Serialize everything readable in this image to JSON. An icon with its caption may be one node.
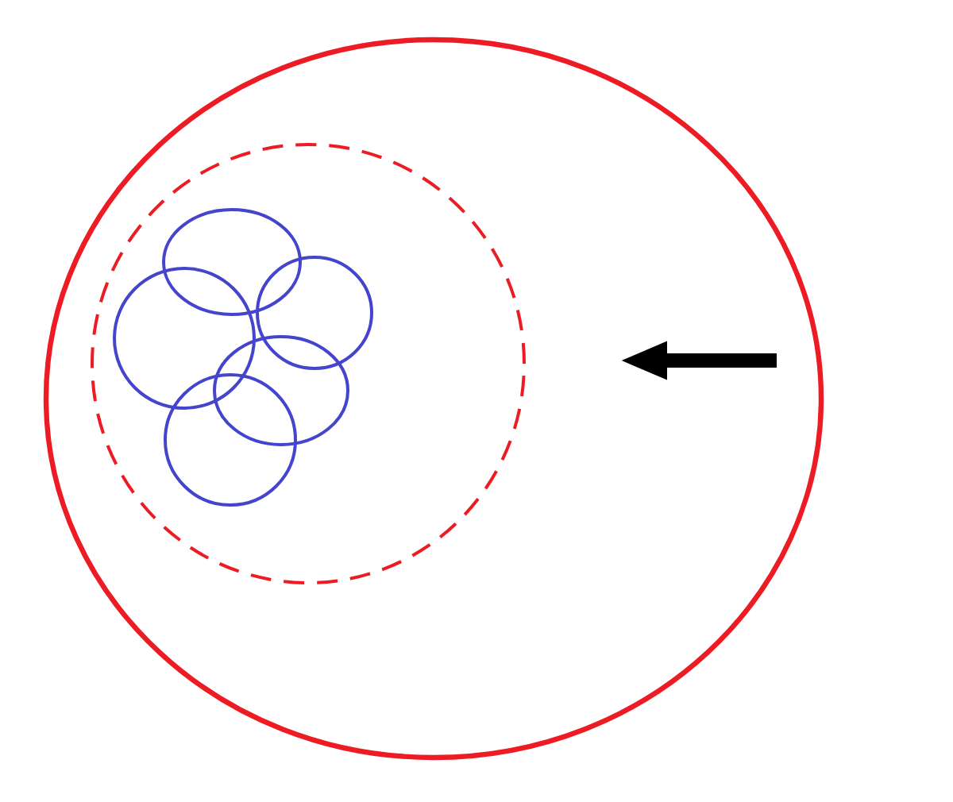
{
  "diagram": {
    "nodes": [
      {
        "text": [],
        "shape": "circle"
      },
      {
        "text": [],
        "shape": "circle",
        "in": 0
      },
      {
        "text": [],
        "shape": "circle",
        "in": 1
      },
      {
        "text": [],
        "shape": "circle",
        "in": 1
      },
      {
        "text": [],
        "shape": "circle",
        "in": 1
      },
      {
        "text": [],
        "shape": "circle",
        "in": 1
      },
      {
        "text": [],
        "shape": "circle",
        "in": 1
      }
    ]
  }
}
